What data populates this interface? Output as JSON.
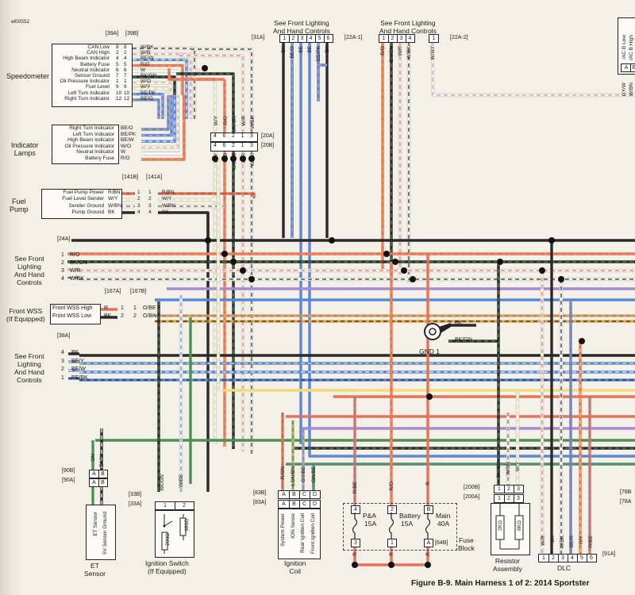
{
  "doc_id": "el00552",
  "caption": "Figure B-9. Main Harness 1 of 2: 2014 Sportster",
  "speedometer": {
    "label": "Speedometer",
    "conn_a": "[39A]",
    "conn_b": "[39B]",
    "rows": [
      {
        "name": "CAN Low",
        "pin_a": "8",
        "pin_b": "8",
        "wire": "W/BK"
      },
      {
        "name": "CAN High",
        "pin_a": "2",
        "pin_b": "2",
        "wire": "W/R"
      },
      {
        "name": "High Beam Indicator",
        "pin_a": "4",
        "pin_b": "4",
        "wire": "BE/W"
      },
      {
        "name": "Battery Fuse",
        "pin_a": "5",
        "pin_b": "5",
        "wire": "R/O"
      },
      {
        "name": "Neutral Indicator",
        "pin_a": "6",
        "pin_b": "6",
        "wire": "W"
      },
      {
        "name": "Sensor Ground",
        "pin_a": "7",
        "pin_b": "7",
        "wire": "BK/GN"
      },
      {
        "name": "Oil Pressure Indicator",
        "pin_a": "1",
        "pin_b": "1",
        "wire": "W/O"
      },
      {
        "name": "Fuel Level",
        "pin_a": "9",
        "pin_b": "9",
        "wire": "W/Y"
      },
      {
        "name": "Left Turn Indicator",
        "pin_a": "10",
        "pin_b": "10",
        "wire": "BE/PK"
      },
      {
        "name": "Right Turn Indicator",
        "pin_a": "12",
        "pin_b": "12",
        "wire": "BE/O"
      }
    ]
  },
  "indicator_lamps": {
    "label": "Indicator\nLamps",
    "rows": [
      {
        "name": "Right Turn Indicator",
        "wire": "BE/O"
      },
      {
        "name": "Left Turn Indicator",
        "wire": "BE/PK"
      },
      {
        "name": "High Beam Indicator",
        "wire": "BE/W"
      },
      {
        "name": "Oil Pressure Indicator",
        "wire": "W/O"
      },
      {
        "name": "Neutral Indicator",
        "wire": "W"
      },
      {
        "name": "Battery Fuse",
        "wire": "R/O"
      }
    ]
  },
  "fuel_pump": {
    "label": "Fuel\nPump",
    "conn_b": "[141B]",
    "conn_a": "[141A]",
    "rows": [
      {
        "name": "Fuel Pump Power",
        "wire": "R/BN",
        "pin": "1",
        "wire_out": "R/BN"
      },
      {
        "name": "Fuel Level Sender",
        "wire": "W/Y",
        "pin": "2",
        "wire_out": "W/Y"
      },
      {
        "name": "Sender Ground",
        "wire": "W/BN",
        "pin": "3",
        "wire_out": "W/BN"
      },
      {
        "name": "Pump Ground",
        "wire": "BK",
        "pin": "4",
        "wire_out": "BK"
      }
    ]
  },
  "front_lighting_24a": {
    "label": "See Front\nLighting\nAnd Hand\nControls",
    "conn": "[24A]",
    "rows": [
      {
        "pin": "1",
        "wire": "R/O"
      },
      {
        "pin": "2",
        "wire": "BK/GN"
      },
      {
        "pin": "3",
        "wire": "W/R"
      },
      {
        "pin": "4",
        "wire": "W/BK"
      }
    ]
  },
  "front_wss": {
    "label": "Front WSS\n(If Equipped)",
    "conn_a": "[167A]",
    "conn_b": "[167B]",
    "rows": [
      {
        "name": "Front WSS High",
        "wire": "R",
        "pin": "1",
        "wire_out": "O/BE"
      },
      {
        "name": "Front WSS Low",
        "wire": "BK",
        "pin": "2",
        "wire_out": "O/BK"
      }
    ]
  },
  "front_lighting_38a": {
    "label": "See Front\nLighting\nAnd Hand\nControls",
    "conn": "[38A]",
    "rows": [
      {
        "pin": "4",
        "wire": "BK"
      },
      {
        "pin": "3",
        "wire": "BE/Y"
      },
      {
        "pin": "2",
        "wire": "BE/W"
      },
      {
        "pin": "1",
        "wire": "BE/BK"
      }
    ]
  },
  "conn_31a": {
    "title": "See Front Lighting\nAnd Hand Controls",
    "id": "[31A]",
    "pins": [
      "1",
      "2",
      "3",
      "4",
      "5",
      "6"
    ],
    "wires": [
      "BK",
      "BE/O",
      "BE",
      "BE",
      "BE/PK",
      "BK"
    ]
  },
  "conn_22a": {
    "title": "See Front Lighting\nAnd Hand Controls",
    "id1": "[22A-1]",
    "id2": "[22A-2]",
    "pins1": [
      "1",
      "2",
      "3",
      "4"
    ],
    "wires1": [
      "R/O",
      "BK/GN",
      "W/R",
      "W/BK"
    ],
    "pins2": [
      "1"
    ],
    "wires2": [
      "W/GY"
    ]
  },
  "conn_20": {
    "id_a": "[20A]",
    "id_b": "[20B]",
    "pins": [
      "4",
      "6",
      "2",
      "1",
      "3"
    ],
    "wires": [
      "W/Y",
      "R/O",
      "BK/GN",
      "W/R",
      "W/BK"
    ]
  },
  "gnd1": {
    "label": "GND 1",
    "wires": [
      "BK",
      "BK/GN"
    ]
  },
  "et_sensor": {
    "label": "ET\nSensor",
    "conn_b": "[90B]",
    "conn_a": "[90A]",
    "pins": [
      "A",
      "B"
    ],
    "wires": [
      "GN",
      "BK/W"
    ],
    "pin_texts": [
      "ET Sensor",
      "5V Sensor Ground"
    ]
  },
  "ignition_switch": {
    "label": "Ignition Switch\n(If Equipped)",
    "conn_b": "[33B]",
    "conn_a": "[33A]",
    "pins": [
      "1",
      "2"
    ],
    "wires": [
      "BK/GN",
      "W/BE"
    ],
    "res_a": "200Ω",
    "res_b": "680Ω"
  },
  "ignition_coil": {
    "label": "Ignition\nCoil",
    "conn_b": "[83B]",
    "conn_a": "[83A]",
    "pins": [
      "A",
      "B",
      "C",
      "D"
    ],
    "wires": [
      "R/GN",
      "LGN/BN",
      "GY/BE",
      "GN/BE"
    ],
    "pin_texts": [
      "System Power",
      "ION Sense",
      "Rear Ignition Coil",
      "Front Ignition Coil"
    ]
  },
  "fuse_block": {
    "label": "Fuse\nBlock",
    "conn": "[64B]",
    "fuses": [
      {
        "name": "P&A",
        "amps": "15A",
        "top_pin": "4",
        "bottom_pin": "3",
        "wire": "R/BE"
      },
      {
        "name": "Battery",
        "amps": "15A",
        "top_pin": "2",
        "bottom_pin": "1",
        "wire": "R/O"
      },
      {
        "name": "Main",
        "amps": "40A",
        "top_pin": "B",
        "bottom_pin": "A",
        "wire": "R"
      }
    ],
    "bottom_wires": [
      "R",
      "R",
      "R"
    ]
  },
  "resistor_assembly": {
    "label": "Resistor\nAssembly",
    "conn_b": "[200B]",
    "conn_a": "[200A]",
    "pins": [
      "1",
      "2",
      "3"
    ],
    "wires": [
      "BK/GN",
      "W/BN",
      "W/Y"
    ],
    "res_a": "2KΩ",
    "res_b": "8KΩ"
  },
  "dlc": {
    "label": "DLC",
    "conn": "[91A]",
    "pins": [
      "1",
      "2",
      "3",
      "4",
      "5",
      "6"
    ],
    "wires": [
      "W/R",
      "BK",
      "W/BK",
      "BE/R",
      "R/Y",
      "R/BE"
    ]
  },
  "edge": {
    "conn_78b": "[78B",
    "conn_78a": "[78A",
    "codes": [
      "/AC B Low",
      "/AC B High"
    ],
    "pin_a": "A",
    "pin_b": "B",
    "wires_right": [
      "GY/W",
      "W/BN"
    ]
  },
  "colors": {
    "BK": "#2a2a2a",
    "R": "#e5735a",
    "O": "#e8a24a",
    "Y": "#f0dd7a",
    "GN": "#4f8f55",
    "LGN": "#9cc46c",
    "BE": "#5a87d6",
    "W": "#f8f8f4",
    "GY": "#a9a9a9",
    "PK": "#e59ac8",
    "BN": "#8a5a3a",
    "V": "#a78ad0"
  }
}
